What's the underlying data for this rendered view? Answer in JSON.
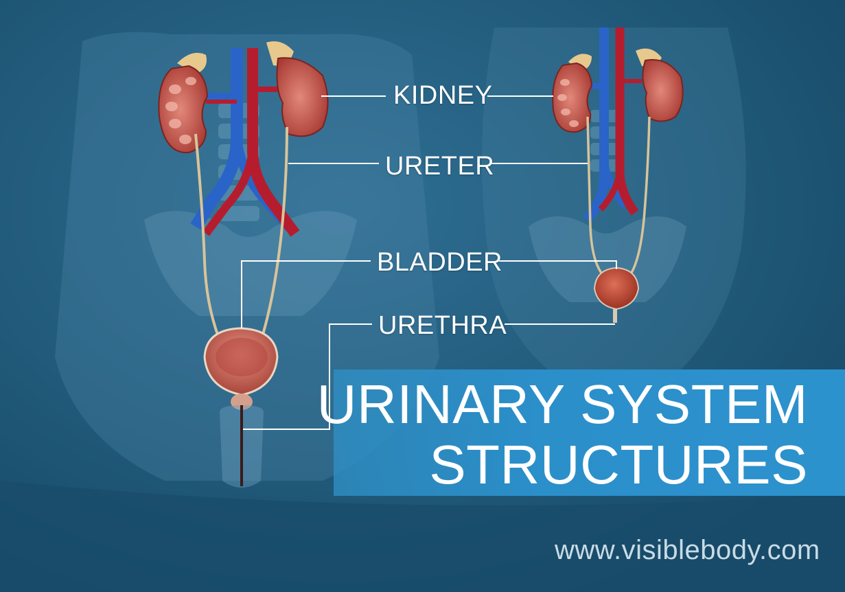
{
  "labels": {
    "kidney": "KIDNEY",
    "ureter": "URETER",
    "bladder": "BLADDER",
    "urethra": "URETHRA"
  },
  "title": {
    "line1": "URINARY SYSTEM",
    "line2": "STRUCTURES"
  },
  "website": "www.visiblebody.com",
  "colors": {
    "background": "#1f5a7c",
    "banner": "#2c92cd",
    "label_text": "#ffffff",
    "leader_lines": "#ffffff",
    "kidney": "#b7473d",
    "vein": "#2a64c9",
    "artery": "#b51d2e",
    "ureter": "#d7c49a",
    "bladder": "#c0564b"
  },
  "icons": {
    "left_figure": "male-urinary-system-illustration",
    "right_figure": "female-urinary-system-illustration"
  }
}
